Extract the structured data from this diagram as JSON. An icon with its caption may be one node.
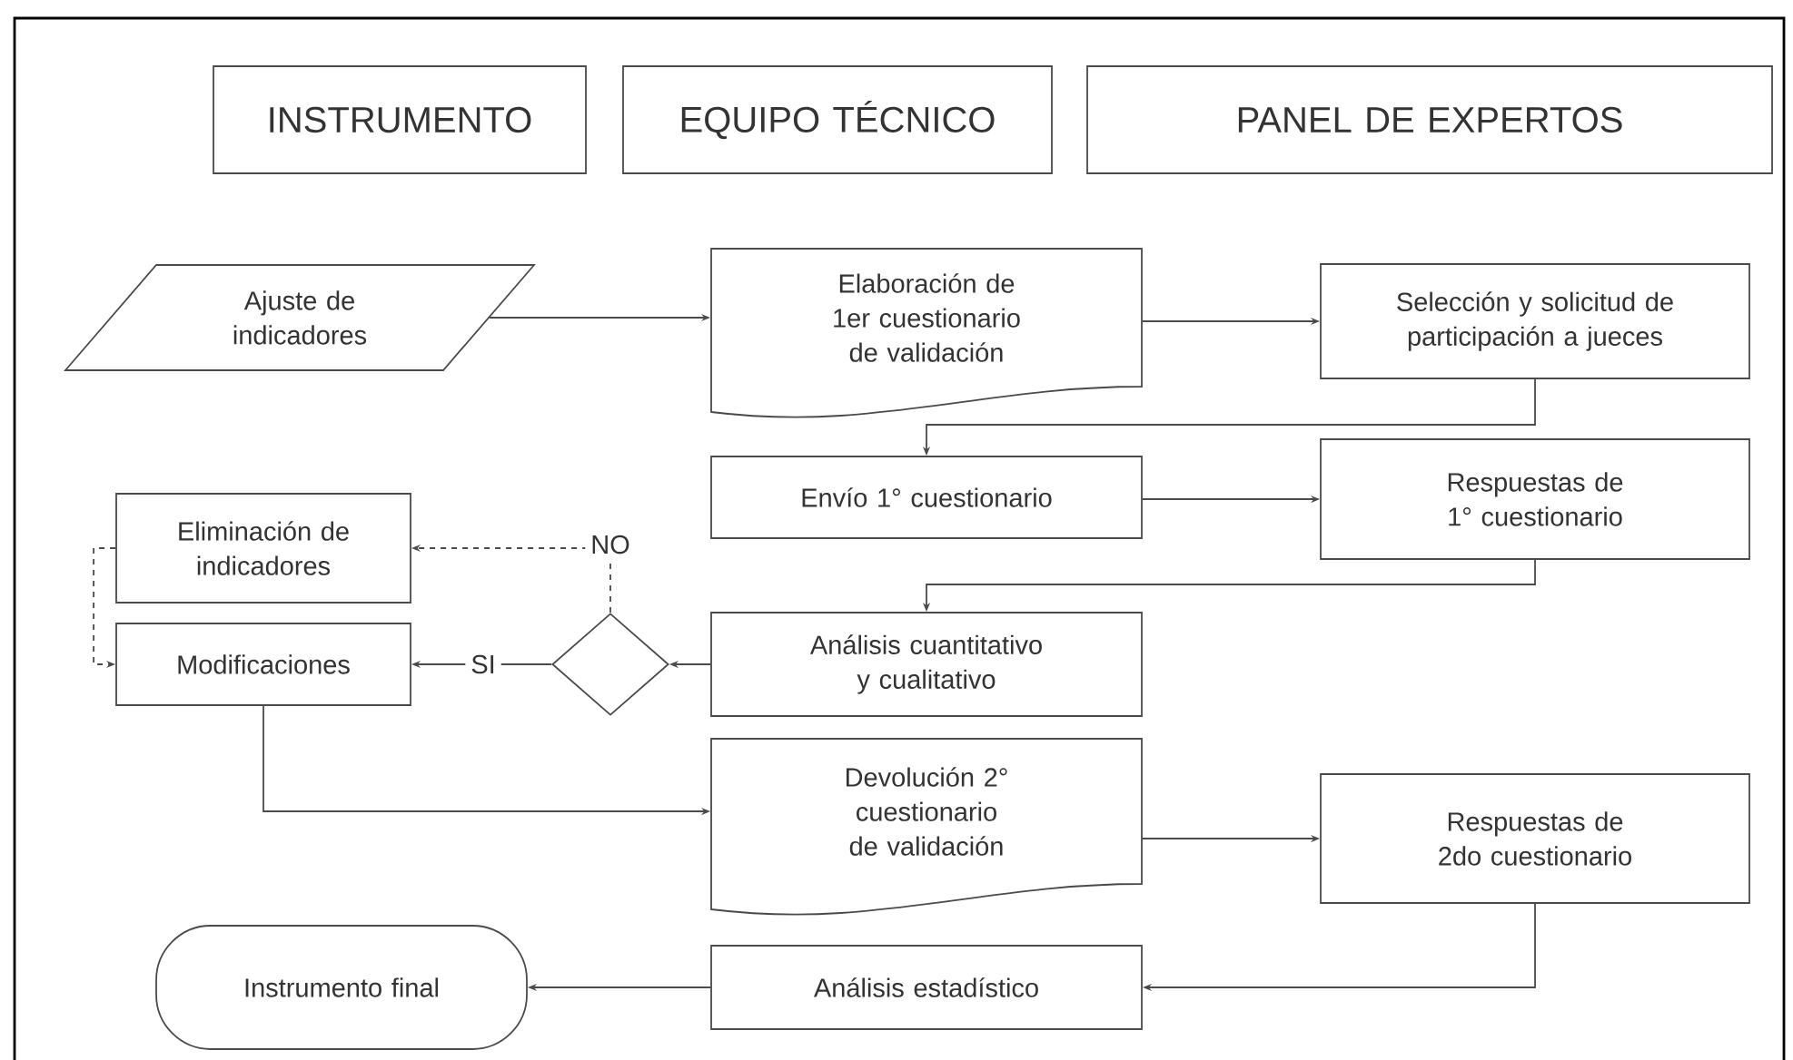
{
  "diagram": {
    "nodes": [
      {
        "text": [
          "INSTRUMENTO"
        ]
      },
      {
        "text": [
          "EQUIPO TÉCNICO"
        ]
      },
      {
        "text": [
          "PANEL DE EXPERTOS"
        ]
      },
      {
        "text": [
          "Ajuste de indicadores"
        ]
      },
      {
        "text": [
          "Elaboración de 1er cuestionario de validación"
        ]
      },
      {
        "text": [
          "Selección y solicitud de participación a jueces"
        ]
      },
      {
        "text": [
          "Envío 1° cuestionario"
        ]
      },
      {
        "text": [
          "Respuestas de 1° cuestionario"
        ]
      },
      {
        "text": [
          "Eliminación de indicadores"
        ]
      },
      {
        "text": [
          "Modificaciones"
        ]
      },
      {
        "text": [],
        "shape": "diamond"
      },
      {
        "text": [
          "Análisis cuantitativo y cualitativo"
        ]
      },
      {
        "text": [
          "Devolución 2° cuestionario de validación"
        ]
      },
      {
        "text": [
          "Respuestas de 2do cuestionario"
        ]
      },
      {
        "text": [
          "Análisis estadístico"
        ]
      },
      {
        "text": [
          "Instrumento final"
        ]
      }
    ],
    "edges": [
      {
        "from": 3,
        "to": 4,
        "arrow": "to"
      },
      {
        "from": 4,
        "to": 5,
        "arrow": "to"
      },
      {
        "from": 5,
        "to": 6,
        "arrow": "to"
      },
      {
        "from": 6,
        "to": 7,
        "arrow": "to"
      },
      {
        "from": 7,
        "to": 11,
        "arrow": "to"
      },
      {
        "from": 11,
        "to": 10,
        "arrow": "to"
      },
      {
        "from": 10,
        "to": 9,
        "arrow": "to",
        "label": "SI"
      },
      {
        "from": 10,
        "to": 8,
        "arrow": "to",
        "label": "NO",
        "style": "dashed"
      },
      {
        "from": 8,
        "to": 9,
        "arrow": "to",
        "style": "dashed"
      },
      {
        "from": 9,
        "to": 12,
        "arrow": "to"
      },
      {
        "from": 12,
        "to": 13,
        "arrow": "to"
      },
      {
        "from": 13,
        "to": 14,
        "arrow": "to"
      },
      {
        "from": 14,
        "to": 15,
        "arrow": "to"
      }
    ]
  }
}
